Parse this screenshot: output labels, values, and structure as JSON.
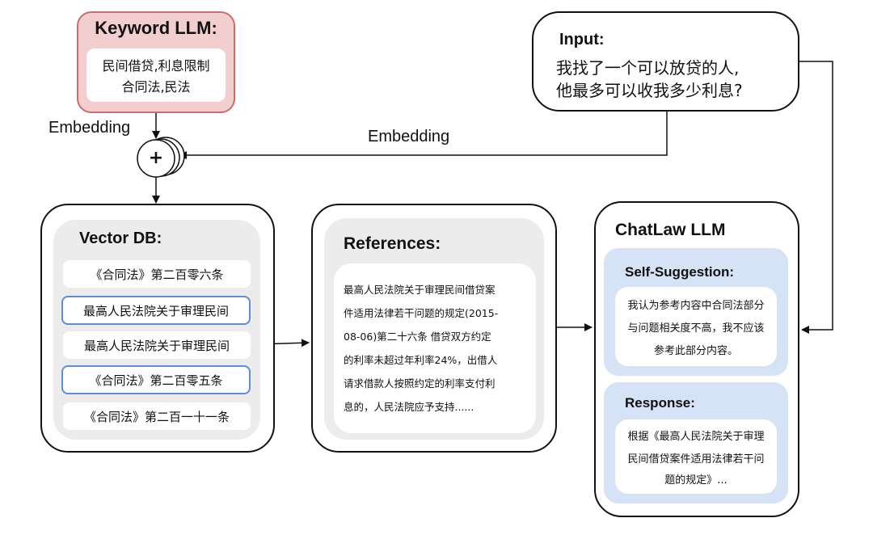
{
  "keyword": {
    "title": "Keyword LLM:",
    "line1": "民间借贷,利息限制",
    "line2": "合同法,民法"
  },
  "input": {
    "title": "Input:",
    "line1": "我找了一个可以放贷的人,",
    "line2": "他最多可以收我多少利息?"
  },
  "labels": {
    "embedding_left": "Embedding",
    "embedding_mid": "Embedding",
    "plus": "+"
  },
  "vectordb": {
    "title": "Vector DB:",
    "items": [
      "《合同法》第二百零六条",
      "最高人民法院关于审理民间",
      "最高人民法院关于审理民间",
      "《合同法》第二百零五条",
      "《合同法》第二百一十一条"
    ]
  },
  "references": {
    "title": "References:",
    "lines": [
      "最高人民法院关于审理民间借贷案",
      "件适用法律若干问题的规定(2015-",
      "08-06)第二十六条 借贷双方约定",
      "的利率未超过年利率24%，出借人",
      "请求借款人按照约定的利率支付利",
      "息的，人民法院应予支持......"
    ]
  },
  "chatlaw": {
    "title": "ChatLaw LLM",
    "suggestion_title": "Self-Suggestion:",
    "suggestion_lines": [
      "我认为参考内容中合同法部分",
      "与问题相关度不高，我不应该",
      "参考此部分内容。"
    ],
    "response_title": "Response:",
    "response_lines": [
      "根据《最高人民法院关于审理",
      "民间借贷案件适用法律若干问",
      "题的规定》..."
    ]
  }
}
